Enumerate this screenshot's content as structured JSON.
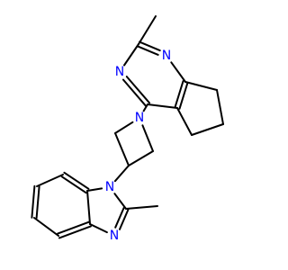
{
  "molecule": {
    "colors": {
      "bond": "#000000",
      "nitrogen": "#0000ff",
      "background": "#ffffff"
    },
    "atoms": [
      {
        "id": "a_me1",
        "element": "C",
        "label": ""
      },
      {
        "id": "a_c2",
        "element": "C",
        "label": ""
      },
      {
        "id": "a_n3",
        "element": "N",
        "label": "N"
      },
      {
        "id": "a_c7a",
        "element": "C",
        "label": ""
      },
      {
        "id": "a_c4a",
        "element": "C",
        "label": ""
      },
      {
        "id": "a_c4",
        "element": "C",
        "label": ""
      },
      {
        "id": "a_n1",
        "element": "N",
        "label": "N"
      },
      {
        "id": "a_c7",
        "element": "C",
        "label": ""
      },
      {
        "id": "a_c6",
        "element": "C",
        "label": ""
      },
      {
        "id": "a_c5",
        "element": "C",
        "label": ""
      },
      {
        "id": "a_naz",
        "element": "N",
        "label": "N"
      },
      {
        "id": "a_caz1",
        "element": "C",
        "label": ""
      },
      {
        "id": "a_caz3",
        "element": "C",
        "label": ""
      },
      {
        "id": "a_caz2",
        "element": "C",
        "label": ""
      },
      {
        "id": "a_nb1",
        "element": "N",
        "label": "N"
      },
      {
        "id": "a_cb2",
        "element": "C",
        "label": ""
      },
      {
        "id": "a_me2",
        "element": "C",
        "label": ""
      },
      {
        "id": "a_nb3",
        "element": "N",
        "label": "N"
      },
      {
        "id": "a_cb3a",
        "element": "C",
        "label": ""
      },
      {
        "id": "a_cb7a",
        "element": "C",
        "label": ""
      },
      {
        "id": "a_cb7",
        "element": "C",
        "label": ""
      },
      {
        "id": "a_cb6",
        "element": "C",
        "label": ""
      },
      {
        "id": "a_cb5",
        "element": "C",
        "label": ""
      },
      {
        "id": "a_cb4",
        "element": "C",
        "label": ""
      }
    ],
    "bonds": [
      {
        "from": "a_me1",
        "to": "a_c2",
        "order": 1
      },
      {
        "from": "a_c2",
        "to": "a_n3",
        "order": 2
      },
      {
        "from": "a_n3",
        "to": "a_c7a",
        "order": 1
      },
      {
        "from": "a_c7a",
        "to": "a_c4a",
        "order": 2
      },
      {
        "from": "a_c4a",
        "to": "a_c4",
        "order": 1
      },
      {
        "from": "a_c4",
        "to": "a_n1",
        "order": 2
      },
      {
        "from": "a_n1",
        "to": "a_c2",
        "order": 1
      },
      {
        "from": "a_c7a",
        "to": "a_c7",
        "order": 1
      },
      {
        "from": "a_c7",
        "to": "a_c6",
        "order": 1
      },
      {
        "from": "a_c6",
        "to": "a_c5",
        "order": 1
      },
      {
        "from": "a_c5",
        "to": "a_c4a",
        "order": 1
      },
      {
        "from": "a_c4",
        "to": "a_naz",
        "order": 1
      },
      {
        "from": "a_naz",
        "to": "a_caz1",
        "order": 1
      },
      {
        "from": "a_caz1",
        "to": "a_caz2",
        "order": 1
      },
      {
        "from": "a_naz",
        "to": "a_caz3",
        "order": 1
      },
      {
        "from": "a_caz3",
        "to": "a_caz2",
        "order": 1
      },
      {
        "from": "a_caz2",
        "to": "a_nb1",
        "order": 1
      },
      {
        "from": "a_nb1",
        "to": "a_cb2",
        "order": 1
      },
      {
        "from": "a_cb2",
        "to": "a_me2",
        "order": 1
      },
      {
        "from": "a_cb2",
        "to": "a_nb3",
        "order": 2
      },
      {
        "from": "a_nb3",
        "to": "a_cb3a",
        "order": 1
      },
      {
        "from": "a_cb3a",
        "to": "a_cb7a",
        "order": 1
      },
      {
        "from": "a_cb7a",
        "to": "a_nb1",
        "order": 1
      },
      {
        "from": "a_cb7a",
        "to": "a_cb7",
        "order": 2
      },
      {
        "from": "a_cb7",
        "to": "a_cb6",
        "order": 1
      },
      {
        "from": "a_cb6",
        "to": "a_cb5",
        "order": 2
      },
      {
        "from": "a_cb5",
        "to": "a_cb4",
        "order": 1
      },
      {
        "from": "a_cb4",
        "to": "a_cb3a",
        "order": 2
      }
    ]
  }
}
